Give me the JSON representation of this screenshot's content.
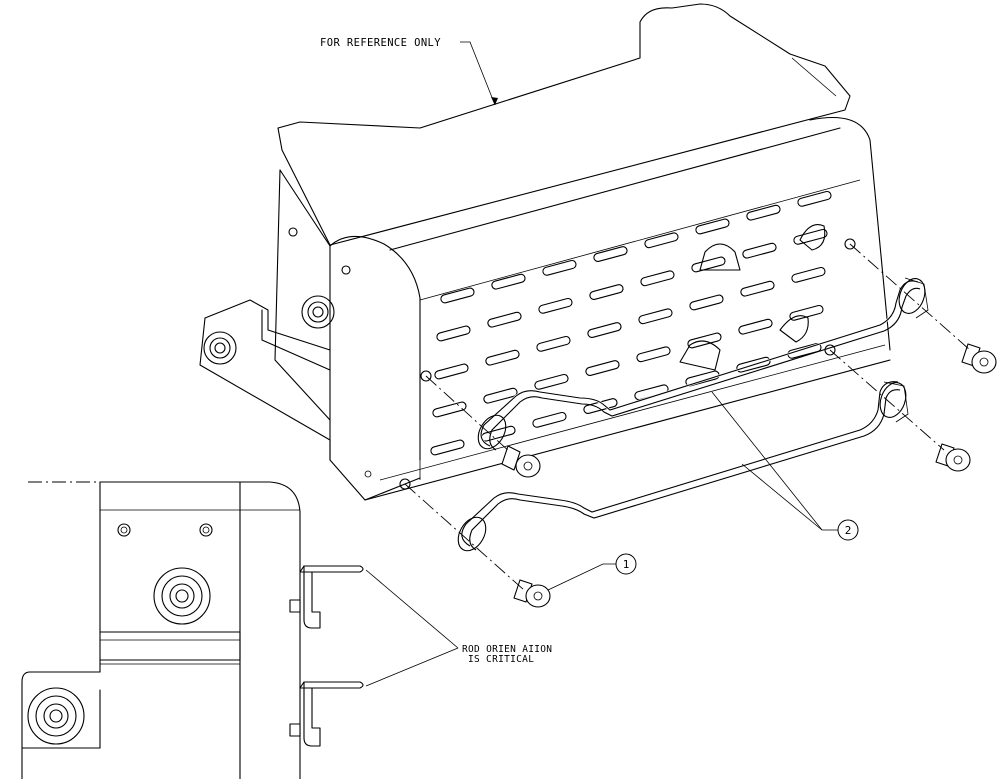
{
  "annotations": {
    "reference_note": "FOR REFERENCE ONLY",
    "orientation_note_line1": "ROD ORIEN AIION",
    "orientation_note_line2": "IS CRITICAL"
  },
  "callouts": [
    {
      "id": "1",
      "part": "screw"
    },
    {
      "id": "2",
      "part": "rod"
    }
  ],
  "colors": {
    "line": "#000000",
    "background": "#ffffff"
  }
}
